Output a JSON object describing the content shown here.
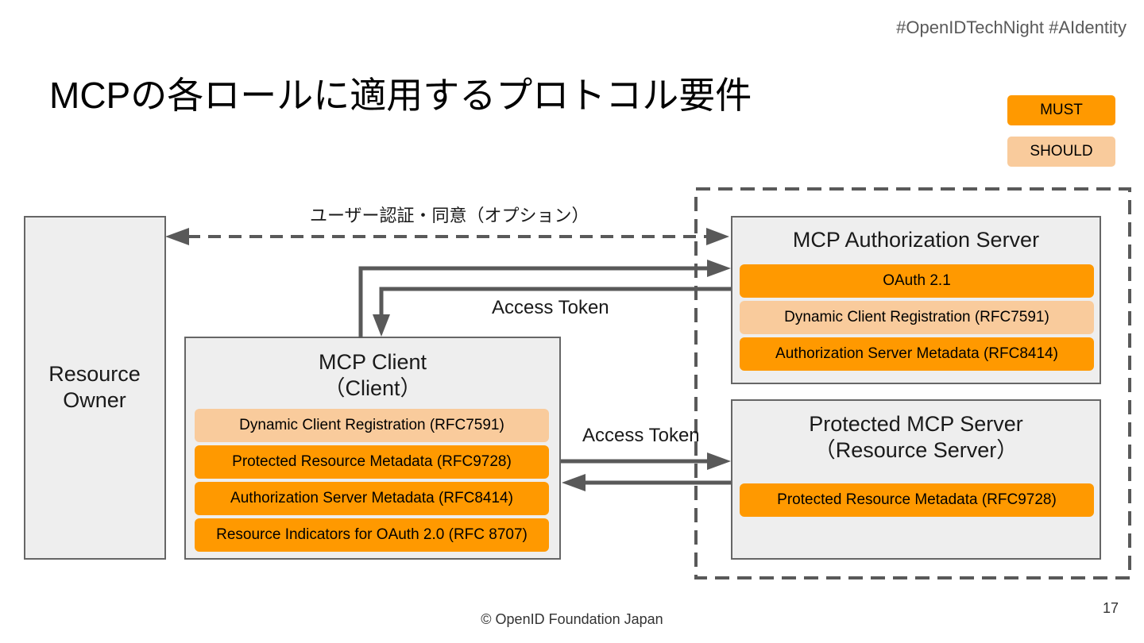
{
  "hashtags": "#OpenIDTechNight  #AIdentity",
  "title": "MCPの各ロールに適用するプロトコル要件",
  "legend": {
    "must": "MUST",
    "should": "SHOULD"
  },
  "colors": {
    "must": "#ff9900",
    "should": "#f9cb9c",
    "box": "#eeeeee",
    "border": "#666666"
  },
  "resource_owner": {
    "line1": "Resource",
    "line2": "Owner"
  },
  "user_auth_label": "ユーザー認証・同意（オプション）",
  "access_token_upper": "Access Token",
  "access_token_lower": "Access Token",
  "mcp_client": {
    "line1": "MCP Client",
    "line2": "（Client）",
    "items": [
      {
        "label": "Dynamic Client Registration (RFC7591)",
        "level": "SHOULD"
      },
      {
        "label": "Protected Resource Metadata (RFC9728)",
        "level": "MUST"
      },
      {
        "label": "Authorization Server Metadata (RFC8414)",
        "level": "MUST"
      },
      {
        "label": "Resource Indicators for OAuth 2.0 (RFC 8707)",
        "level": "MUST"
      }
    ]
  },
  "auth_server": {
    "title": "MCP Authorization Server",
    "items": [
      {
        "label": "OAuth 2.1",
        "level": "MUST"
      },
      {
        "label": "Dynamic Client Registration (RFC7591)",
        "level": "SHOULD"
      },
      {
        "label": "Authorization Server Metadata (RFC8414)",
        "level": "MUST"
      }
    ]
  },
  "resource_server": {
    "line1": "Protected MCP Server",
    "line2": "（Resource Server）",
    "items": [
      {
        "label": "Protected Resource Metadata (RFC9728)",
        "level": "MUST"
      }
    ]
  },
  "footer": "© OpenID Foundation Japan",
  "page_number": "17"
}
